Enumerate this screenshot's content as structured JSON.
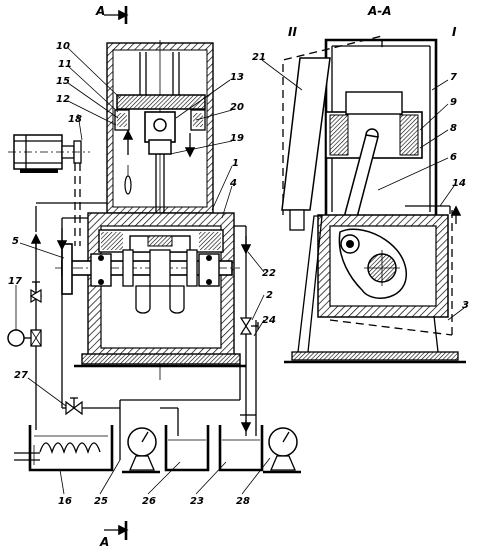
{
  "section_marks": {
    "top_left": "A",
    "section_title": "A-A",
    "bottom": "A",
    "roman_one": "I",
    "roman_two": "II"
  },
  "labels": {
    "l1": "1",
    "l1b": "1",
    "l2": "2",
    "l3": "3",
    "l4": "4",
    "l5": "5",
    "l6": "6",
    "l7": "7",
    "l8": "8",
    "l9": "9",
    "l10": "10",
    "l11": "11",
    "l12": "12",
    "l13": "13",
    "l14": "14",
    "l15": "15",
    "l16": "16",
    "l17": "17",
    "l18": "18",
    "l19": "19",
    "l20": "20",
    "l21": "21",
    "l22": "22",
    "l23": "23",
    "l24": "24",
    "l25": "25",
    "l26": "26",
    "l27": "27",
    "l28": "28"
  }
}
